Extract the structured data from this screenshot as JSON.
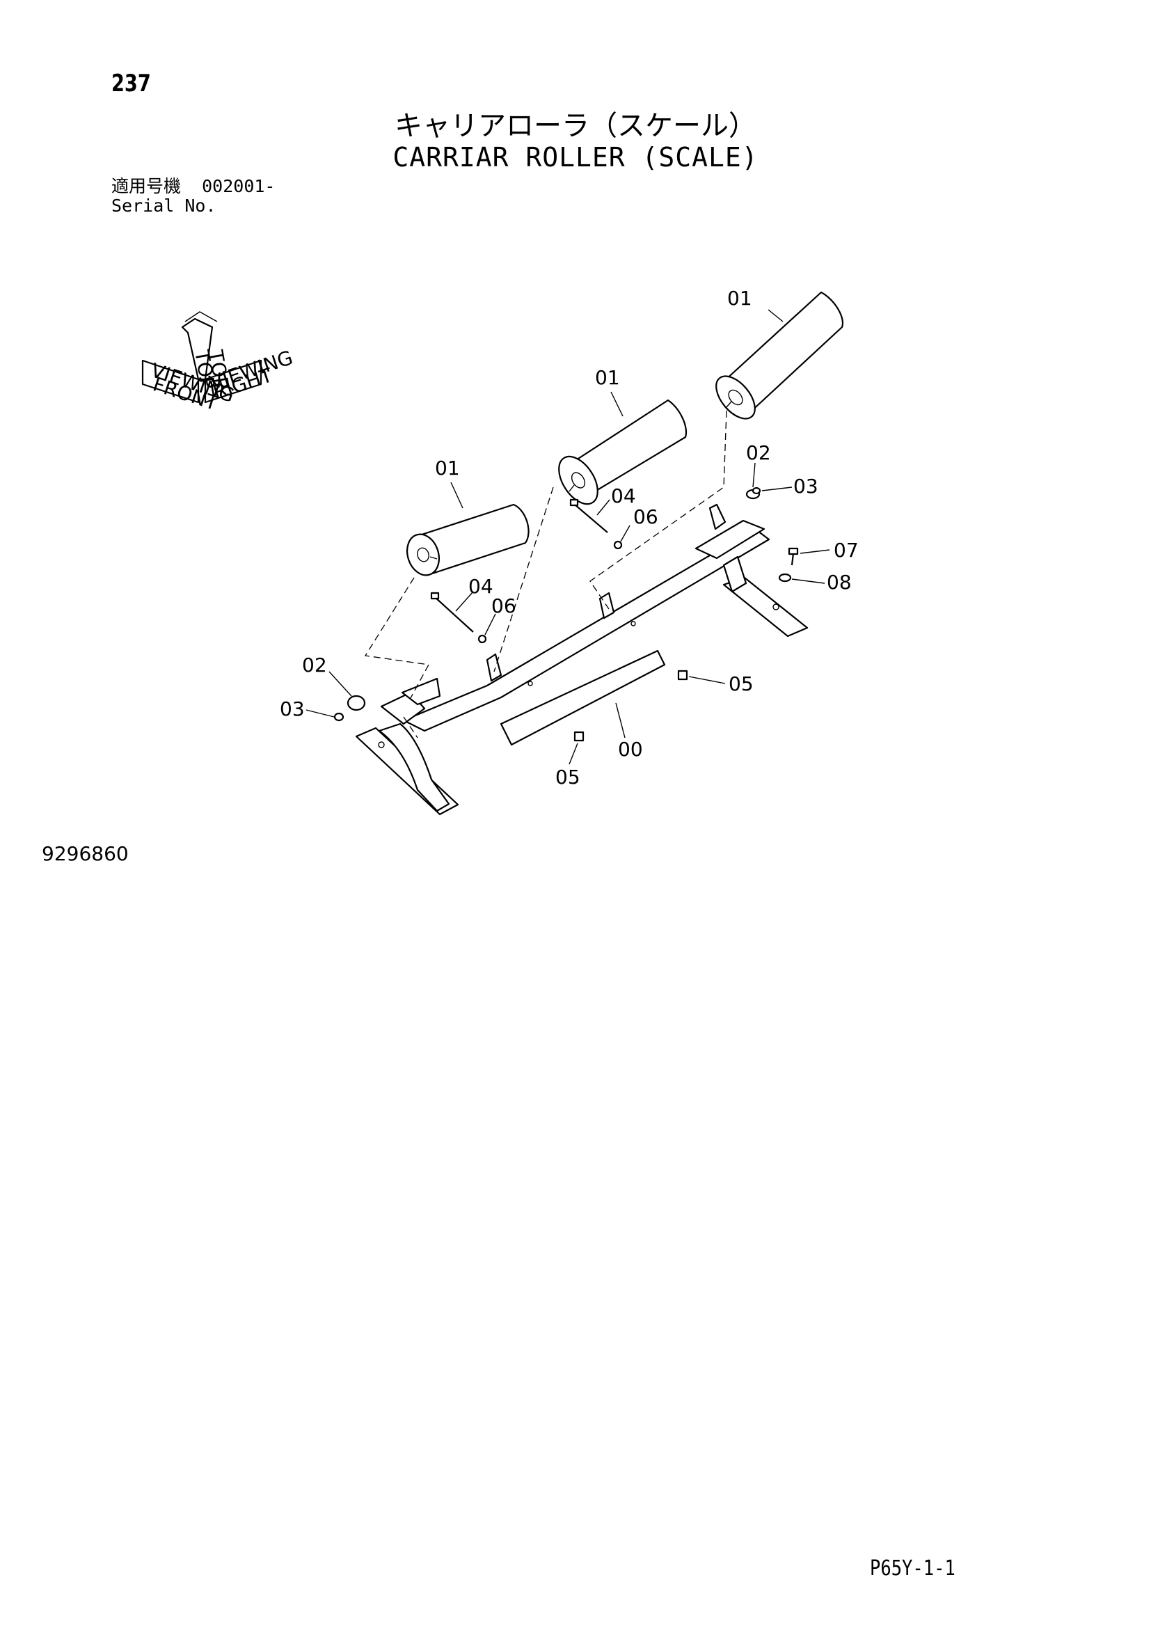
{
  "header": {
    "page_number": "237",
    "title_jp": "キャリアローラ（スケール）",
    "title_en": "CARRIAR ROLLER (SCALE)",
    "serial_label_jp": "適用号機",
    "serial_value": "002001-",
    "serial_label_en": "Serial No."
  },
  "orientation_icon": {
    "labels": [
      "TOP",
      "TOP",
      "FRONT",
      "RIGHT",
      "VIEWING",
      "VIEWING"
    ]
  },
  "callouts": [
    {
      "id": "roller-right",
      "label": "01"
    },
    {
      "id": "roller-middle",
      "label": "01"
    },
    {
      "id": "roller-left",
      "label": "01"
    },
    {
      "id": "washer-right",
      "label": "02"
    },
    {
      "id": "nut-right",
      "label": "03"
    },
    {
      "id": "bolt-middle",
      "label": "04"
    },
    {
      "id": "lockwasher-middle",
      "label": "06"
    },
    {
      "id": "bolt-right-frame",
      "label": "07"
    },
    {
      "id": "washer-right-frame",
      "label": "08"
    },
    {
      "id": "bolt-left",
      "label": "04"
    },
    {
      "id": "lockwasher-left",
      "label": "06"
    },
    {
      "id": "washer-left",
      "label": "02"
    },
    {
      "id": "nut-left",
      "label": "03"
    },
    {
      "id": "nut-center-right",
      "label": "05"
    },
    {
      "id": "frame",
      "label": "00"
    },
    {
      "id": "nut-center-bottom",
      "label": "05"
    }
  ],
  "footer": {
    "drawing_number": "9296860",
    "page_code": "P65Y-1-1"
  }
}
